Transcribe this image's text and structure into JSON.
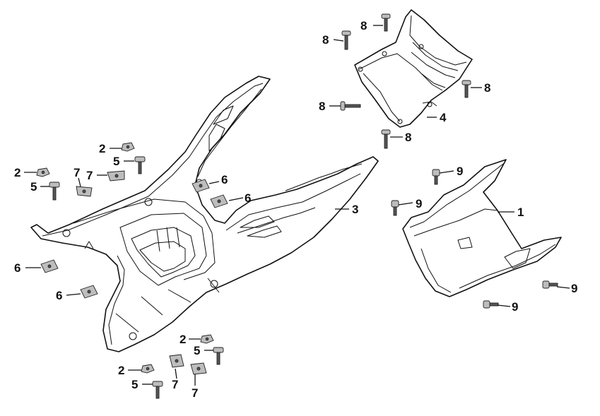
{
  "diagram": {
    "callouts": {
      "floor_panel": "3",
      "rear_cover": "4",
      "under_cover": "1",
      "clip_nut_2": "2",
      "screw_5": "5",
      "spring_nut_6": "6",
      "speed_nut_7": "7",
      "screw_8": "8",
      "screw_9": "9"
    }
  }
}
